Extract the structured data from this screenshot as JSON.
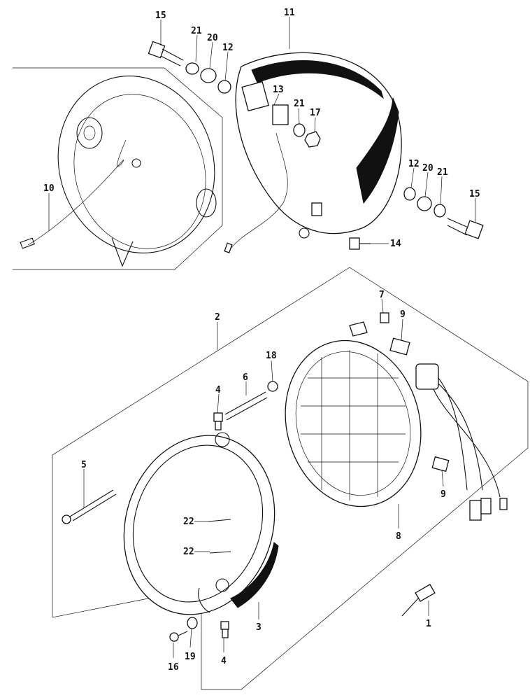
{
  "diagram": {
    "callouts": [
      {
        "id": "c15a",
        "text": "15"
      },
      {
        "id": "c21a",
        "text": "21"
      },
      {
        "id": "c20a",
        "text": "20"
      },
      {
        "id": "c12a",
        "text": "12"
      },
      {
        "id": "c11",
        "text": "11"
      },
      {
        "id": "c13",
        "text": "13"
      },
      {
        "id": "c21b",
        "text": "21"
      },
      {
        "id": "c17",
        "text": "17"
      },
      {
        "id": "c10",
        "text": "10"
      },
      {
        "id": "c12b",
        "text": "12"
      },
      {
        "id": "c20b",
        "text": "20"
      },
      {
        "id": "c21c",
        "text": "21"
      },
      {
        "id": "c15b",
        "text": "15"
      },
      {
        "id": "c14",
        "text": "14"
      },
      {
        "id": "c2",
        "text": "2"
      },
      {
        "id": "c7",
        "text": "7"
      },
      {
        "id": "c9a",
        "text": "9"
      },
      {
        "id": "c18",
        "text": "18"
      },
      {
        "id": "c4a",
        "text": "4"
      },
      {
        "id": "c6",
        "text": "6"
      },
      {
        "id": "c5",
        "text": "5"
      },
      {
        "id": "c22a",
        "text": "22"
      },
      {
        "id": "c22b",
        "text": "22"
      },
      {
        "id": "c9b",
        "text": "9"
      },
      {
        "id": "c8",
        "text": "8"
      },
      {
        "id": "c3",
        "text": "3"
      },
      {
        "id": "c1",
        "text": "1"
      },
      {
        "id": "c16",
        "text": "16"
      },
      {
        "id": "c19",
        "text": "19"
      },
      {
        "id": "c4b",
        "text": "4"
      }
    ]
  }
}
